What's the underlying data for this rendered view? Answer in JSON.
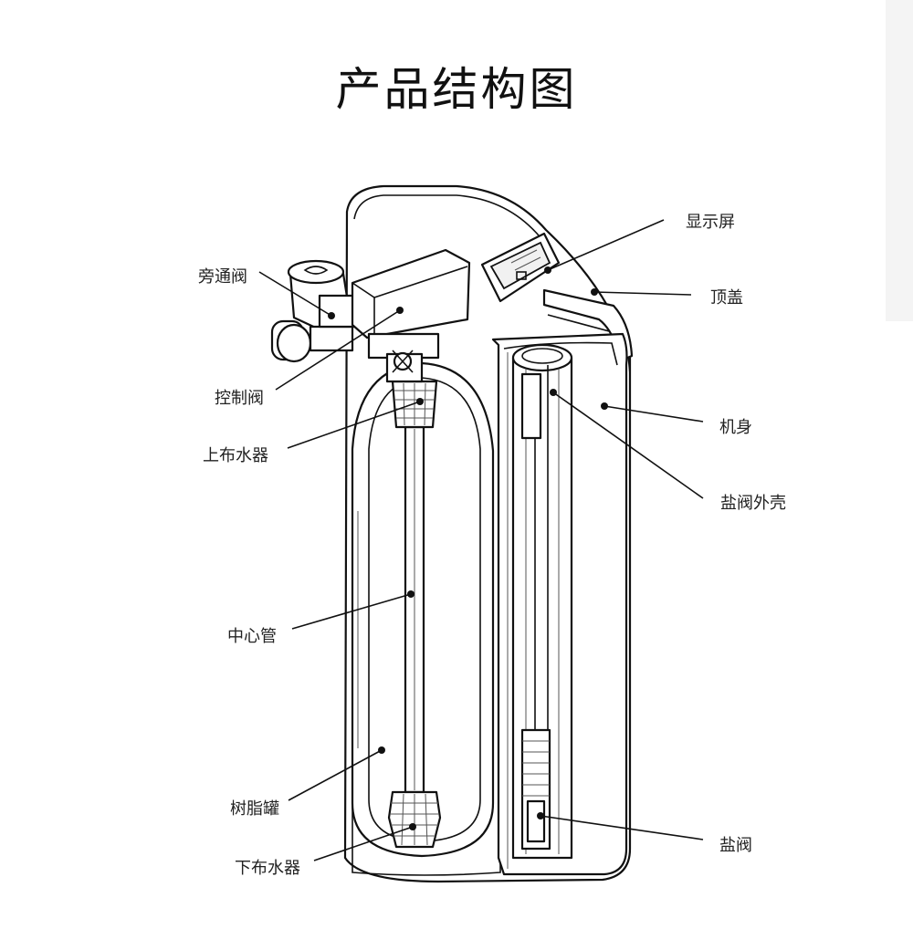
{
  "title": "产品结构图",
  "labels": {
    "display": "显示屏",
    "top_cover": "顶盖",
    "body": "机身",
    "brine_valve_housing": "盐阀外壳",
    "brine_valve": "盐阀",
    "bypass_valve": "旁通阀",
    "control_valve": "控制阀",
    "upper_distributor": "上布水器",
    "center_tube": "中心管",
    "resin_tank": "树脂罐",
    "lower_distributor": "下布水器"
  }
}
